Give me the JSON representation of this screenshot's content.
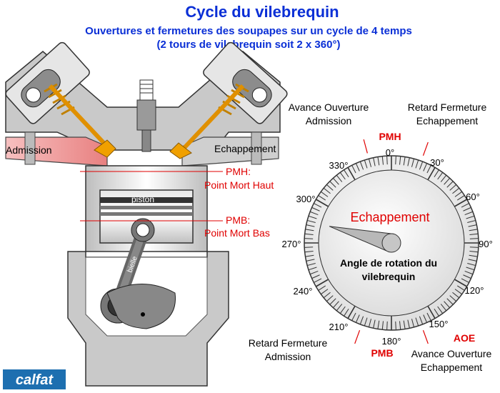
{
  "title": "Cycle du vilebrequin",
  "subtitle1": "Ouvertures et fermetures des soupapes sur un cycle de 4 temps",
  "subtitle2": "(2 tours de vilebrequin soit 2 x 360°)",
  "engine": {
    "admission": "Admission",
    "echappement": "Echappement",
    "piston": "piston",
    "bielle": "bielle",
    "pmh_line1": "PMH:",
    "pmh_line2": "Point Mort Haut",
    "pmb_line1": "PMB:",
    "pmb_line2": "Point Mort Bas"
  },
  "dial": {
    "phase": "Echappement",
    "center_line1": "Angle de rotation du",
    "center_line2": "vilebrequin",
    "pointer_angle_deg": 285,
    "degree_labels": [
      "0°",
      "30°",
      "60°",
      "90°",
      "120°",
      "150°",
      "180°",
      "210°",
      "240°",
      "270°",
      "300°",
      "330°"
    ],
    "pmh": "PMH",
    "pmb": "PMB",
    "aoe": "AOE",
    "aoa_line1": "Avance Ouverture",
    "aoa_line2": "Admission",
    "rfe_line1": "Retard Fermeture",
    "rfe_line2": "Echappement",
    "rfa_line1": "Retard Fermeture",
    "rfa_line2": "Admission",
    "aoe_line1": "Avance Ouverture",
    "aoe_line2": "Echappement"
  },
  "logo": "calfat",
  "colors": {
    "title": "#0a2fd6",
    "marker": "#e00000",
    "valve": "#f0a000",
    "intake": "#f4a0a0"
  }
}
